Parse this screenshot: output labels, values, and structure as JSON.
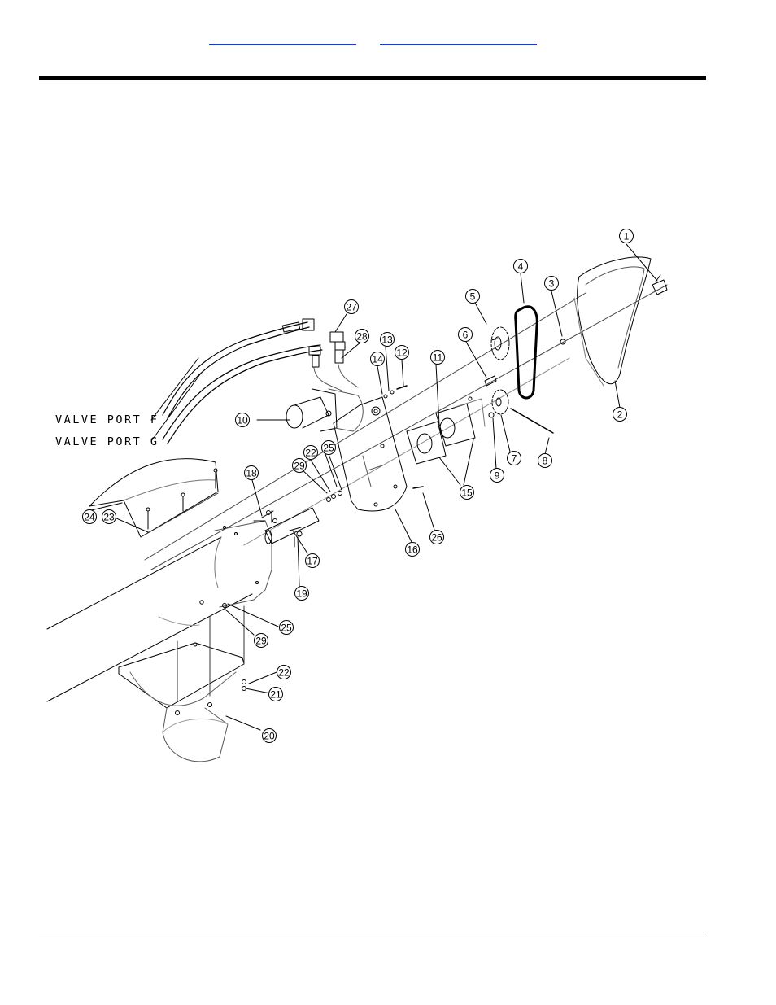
{
  "header": {
    "links": [
      {
        "text": ""
      },
      {
        "text": ""
      }
    ]
  },
  "diagram": {
    "valve_ports": [
      {
        "label": "VALVE PORT F"
      },
      {
        "label": "VALVE PORT G"
      }
    ],
    "callouts": [
      {
        "num": "1"
      },
      {
        "num": "2"
      },
      {
        "num": "3"
      },
      {
        "num": "4"
      },
      {
        "num": "5"
      },
      {
        "num": "6"
      },
      {
        "num": "7"
      },
      {
        "num": "8"
      },
      {
        "num": "9"
      },
      {
        "num": "10"
      },
      {
        "num": "11"
      },
      {
        "num": "12"
      },
      {
        "num": "13"
      },
      {
        "num": "14"
      },
      {
        "num": "15"
      },
      {
        "num": "16"
      },
      {
        "num": "17"
      },
      {
        "num": "18"
      },
      {
        "num": "19"
      },
      {
        "num": "20"
      },
      {
        "num": "21"
      },
      {
        "num": "22"
      },
      {
        "num": "22"
      },
      {
        "num": "23"
      },
      {
        "num": "24"
      },
      {
        "num": "25"
      },
      {
        "num": "25"
      },
      {
        "num": "26"
      },
      {
        "num": "27"
      },
      {
        "num": "28"
      },
      {
        "num": "29"
      },
      {
        "num": "29"
      }
    ]
  }
}
